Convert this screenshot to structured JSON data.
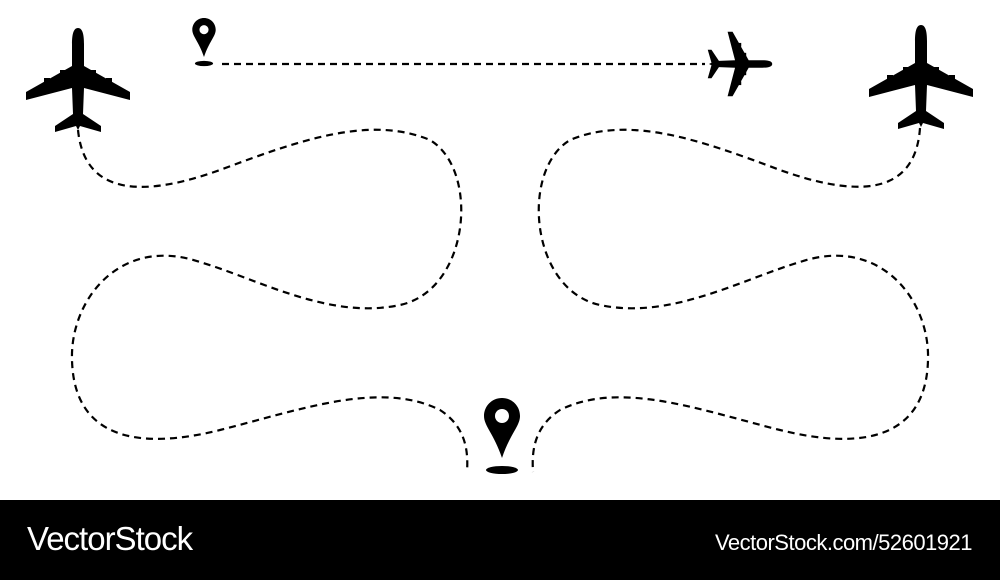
{
  "illustration": {
    "description": "Airplane flight route with dashed paths and location pins",
    "icons": [
      "airplane-top-left",
      "location-pin-top",
      "airplane-flying-right",
      "airplane-top-right",
      "location-pin-bottom"
    ],
    "colors": {
      "foreground": "#000000",
      "background": "#ffffff"
    }
  },
  "footer": {
    "brand": "VectorStock",
    "reference": "VectorStock.com/52601921",
    "background": "#000000",
    "text_color": "#ffffff"
  }
}
